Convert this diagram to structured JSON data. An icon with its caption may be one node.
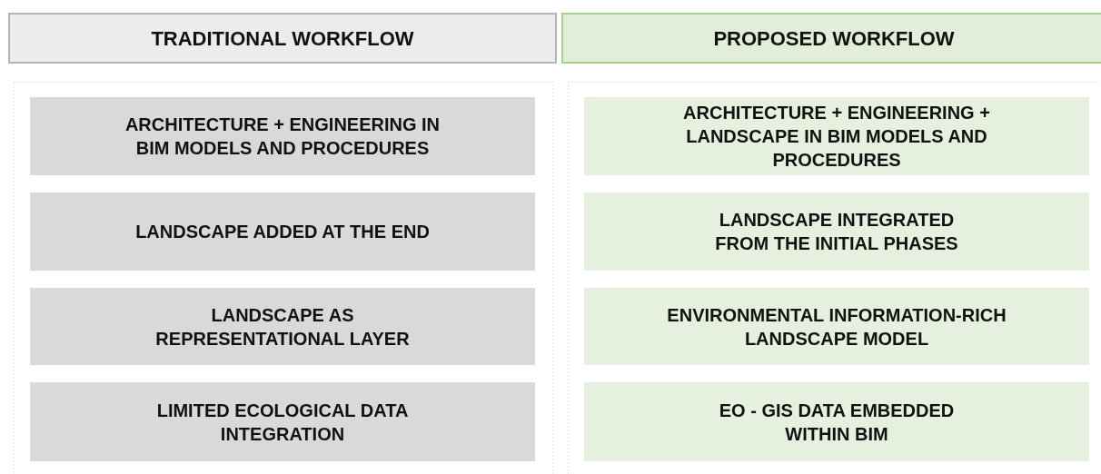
{
  "diagram": {
    "nodes": [
      {
        "text": [
          "TRADITIONAL WORKFLOW"
        ]
      },
      {
        "text": [
          "PROPOSED WORKFLOW"
        ]
      },
      {
        "text": [],
        "shape": "box"
      },
      {
        "text": [
          "ARCHITECTURE + ENGINEERING IN BIM MODELS AND PROCEDURES"
        ],
        "in": 2
      },
      {
        "text": [
          "LANDSCAPE ADDED AT THE END"
        ],
        "in": 2
      },
      {
        "text": [
          "LANDSCAPE AS REPRESENTATIONAL LAYER"
        ],
        "in": 2
      },
      {
        "text": [
          "LIMITED ECOLOGICAL DATA INTEGRATION"
        ],
        "in": 2
      },
      {
        "text": [],
        "shape": "box"
      },
      {
        "text": [
          "ARCHITECTURE + ENGINEERING + LANDSCAPE IN BIM MODELS AND PROCEDURES"
        ],
        "in": 7
      },
      {
        "text": [
          "LANDSCAPE INTEGRATED FROM THE INITIAL PHASES"
        ],
        "in": 7
      },
      {
        "text": [
          "ENVIRONMENTAL INFORMATION-RICH LANDSCAPE MODEL"
        ],
        "in": 7
      },
      {
        "text": [
          "EO - GIS DATA EMBEDDED WITHIN BIM"
        ],
        "in": 7
      }
    ],
    "edges": []
  }
}
